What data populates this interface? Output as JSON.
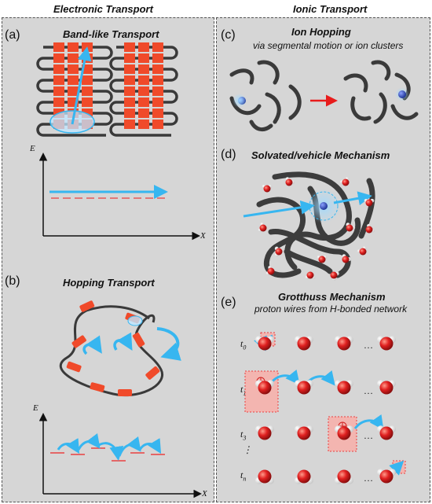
{
  "headers": {
    "left": "Electronic Transport",
    "right": "Ionic Transport"
  },
  "panels": {
    "a": {
      "label": "(a)",
      "title": "Band-like Transport"
    },
    "b": {
      "label": "(b)",
      "title": "Hopping Transport"
    },
    "c": {
      "label": "(c)",
      "title": "Ion Hopping",
      "subtitle": "via segmental motion or ion clusters"
    },
    "d": {
      "label": "(d)",
      "title": "Solvated/vehicle Mechanism"
    },
    "e": {
      "label": "(e)",
      "title": "Grotthuss Mechanism",
      "subtitle": "proton wires from H-bonded network"
    }
  },
  "axes": {
    "y": "E",
    "x": "X"
  },
  "time_labels": [
    {
      "base": "t",
      "sub": "0"
    },
    {
      "base": "t",
      "sub": "1"
    },
    {
      "base": "t",
      "sub": "3"
    },
    {
      "base": "⋮",
      "sub": ""
    },
    {
      "base": "t",
      "sub": "n"
    }
  ],
  "ellipsis": "…",
  "colors": {
    "panel_bg": "#d6d6d6",
    "red_block": "#f04a2a",
    "chain": "#3a3a3a",
    "arrow_blue": "#37b6f0",
    "ion": "#2f4fb5",
    "oxygen": "#e02020",
    "proton_box": "#f3b5b0"
  }
}
